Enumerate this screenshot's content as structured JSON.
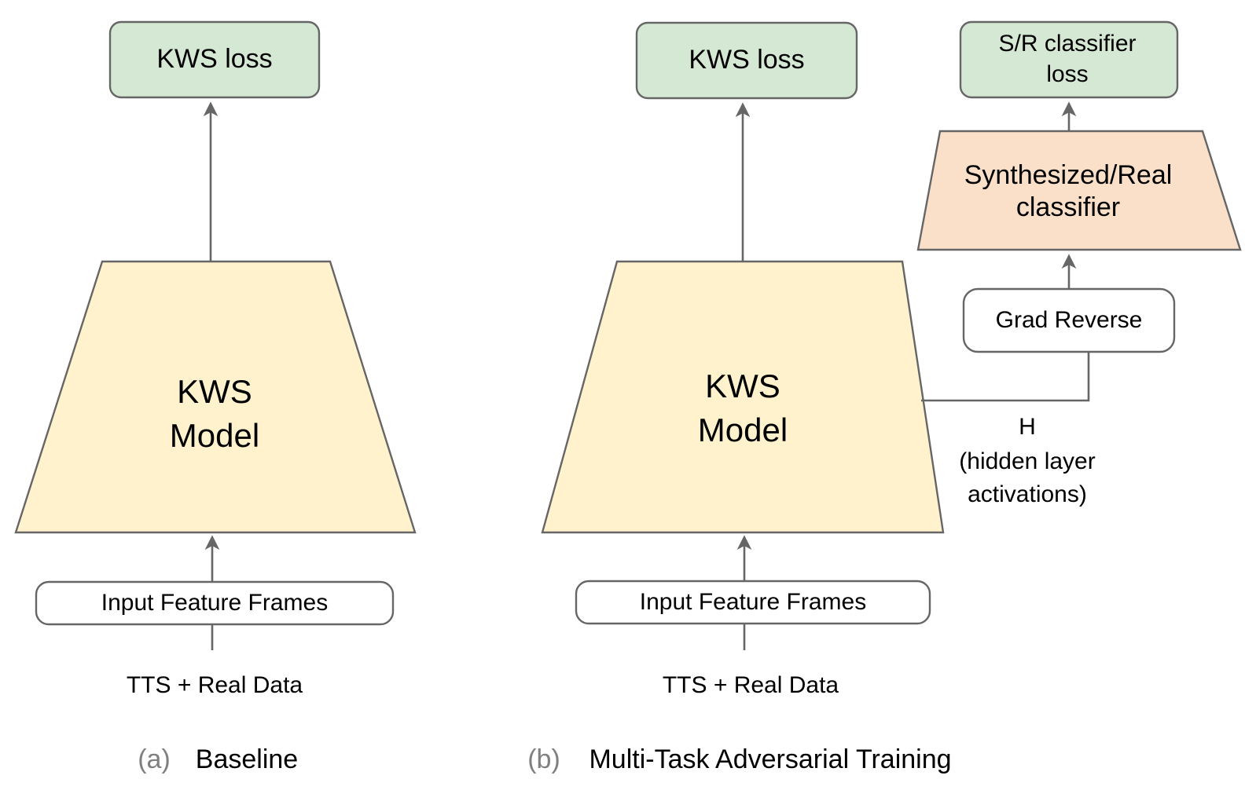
{
  "figure": {
    "background": "#ffffff",
    "stroke_color": "#666666",
    "colors": {
      "green_fill": "#d5e8d4",
      "yellow_fill": "#fff2cc",
      "orange_fill": "#fae0c8",
      "white_fill": "#ffffff",
      "border": "#666666",
      "caption_gray": "#7f7f7f",
      "text": "#000000"
    }
  },
  "panel_a": {
    "caption_index": "(a)",
    "caption_label": "Baseline",
    "loss_box": {
      "label": "KWS loss"
    },
    "model": {
      "line1": "KWS",
      "line2": "Model"
    },
    "input_box": {
      "label": "Input Feature Frames"
    },
    "data_source": {
      "label": "TTS + Real Data"
    }
  },
  "panel_b": {
    "caption_index": "(b)",
    "caption_label": "Multi-Task Adversarial Training",
    "loss_box": {
      "label": "KWS loss"
    },
    "model": {
      "line1": "KWS",
      "line2": "Model"
    },
    "input_box": {
      "label": "Input Feature Frames"
    },
    "data_source": {
      "label": "TTS + Real Data"
    },
    "sr_loss_box": {
      "line1": "S/R classifier",
      "line2": "loss"
    },
    "sr_classifier": {
      "line1": "Synthesized/Real",
      "line2": "classifier"
    },
    "grad_reverse_box": {
      "label": "Grad Reverse"
    },
    "hidden_label": {
      "line1": "H",
      "line2": "(hidden layer",
      "line3": "activations)"
    }
  }
}
